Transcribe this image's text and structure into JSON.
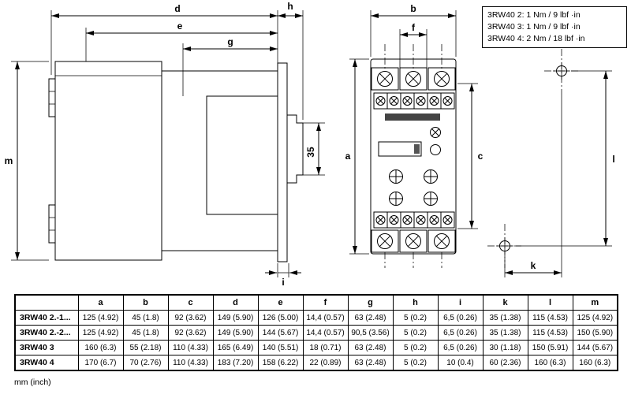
{
  "dims": {
    "d": "d",
    "h": "h",
    "e": "e",
    "g": "g",
    "m": "m",
    "i": "i",
    "rail_height": "35",
    "b": "b",
    "f": "f",
    "a": "a",
    "c": "c",
    "l": "l",
    "k": "k"
  },
  "torque_note": {
    "lines": [
      "3RW40 2: 1 Nm / 9 lbf ·in",
      "3RW40 3: 1 Nm / 9 lbf ·in",
      "3RW40 4: 2 Nm / 18 lbf ·in"
    ]
  },
  "table": {
    "headers": [
      "",
      "a",
      "b",
      "c",
      "d",
      "e",
      "f",
      "g",
      "h",
      "i",
      "k",
      "l",
      "m"
    ],
    "rows": [
      {
        "label": "3RW40 2.-1...",
        "values": [
          "125 (4.92)",
          "45 (1.8)",
          "92 (3.62)",
          "149 (5.90)",
          "126 (5.00)",
          "14,4 (0.57)",
          "63 (2.48)",
          "5 (0.2)",
          "6,5 (0.26)",
          "35 (1.38)",
          "115 (4.53)",
          "125 (4.92)"
        ]
      },
      {
        "label": "3RW40 2.-2...",
        "values": [
          "125 (4.92)",
          "45 (1.8)",
          "92 (3.62)",
          "149 (5.90)",
          "144 (5.67)",
          "14,4 (0.57)",
          "90,5 (3.56)",
          "5 (0.2)",
          "6,5 (0.26)",
          "35 (1.38)",
          "115 (4.53)",
          "150 (5.90)"
        ]
      },
      {
        "label": "3RW40 3",
        "values": [
          "160 (6.3)",
          "55 (2.18)",
          "110 (4.33)",
          "165 (6.49)",
          "140 (5.51)",
          "18 (0.71)",
          "63 (2.48)",
          "5 (0.2)",
          "6,5 (0.26)",
          "30 (1.18)",
          "150 (5.91)",
          "144 (5.67)"
        ]
      },
      {
        "label": "3RW40 4",
        "values": [
          "170 (6.7)",
          "70 (2.76)",
          "110 (4.33)",
          "183 (7.20)",
          "158 (6.22)",
          "22 (0.89)",
          "63 (2.48)",
          "5 (0.2)",
          "10 (0.4)",
          "60 (2.36)",
          "160 (6.3)",
          "160 (6.3)"
        ]
      }
    ]
  },
  "footnote": "mm (inch)"
}
